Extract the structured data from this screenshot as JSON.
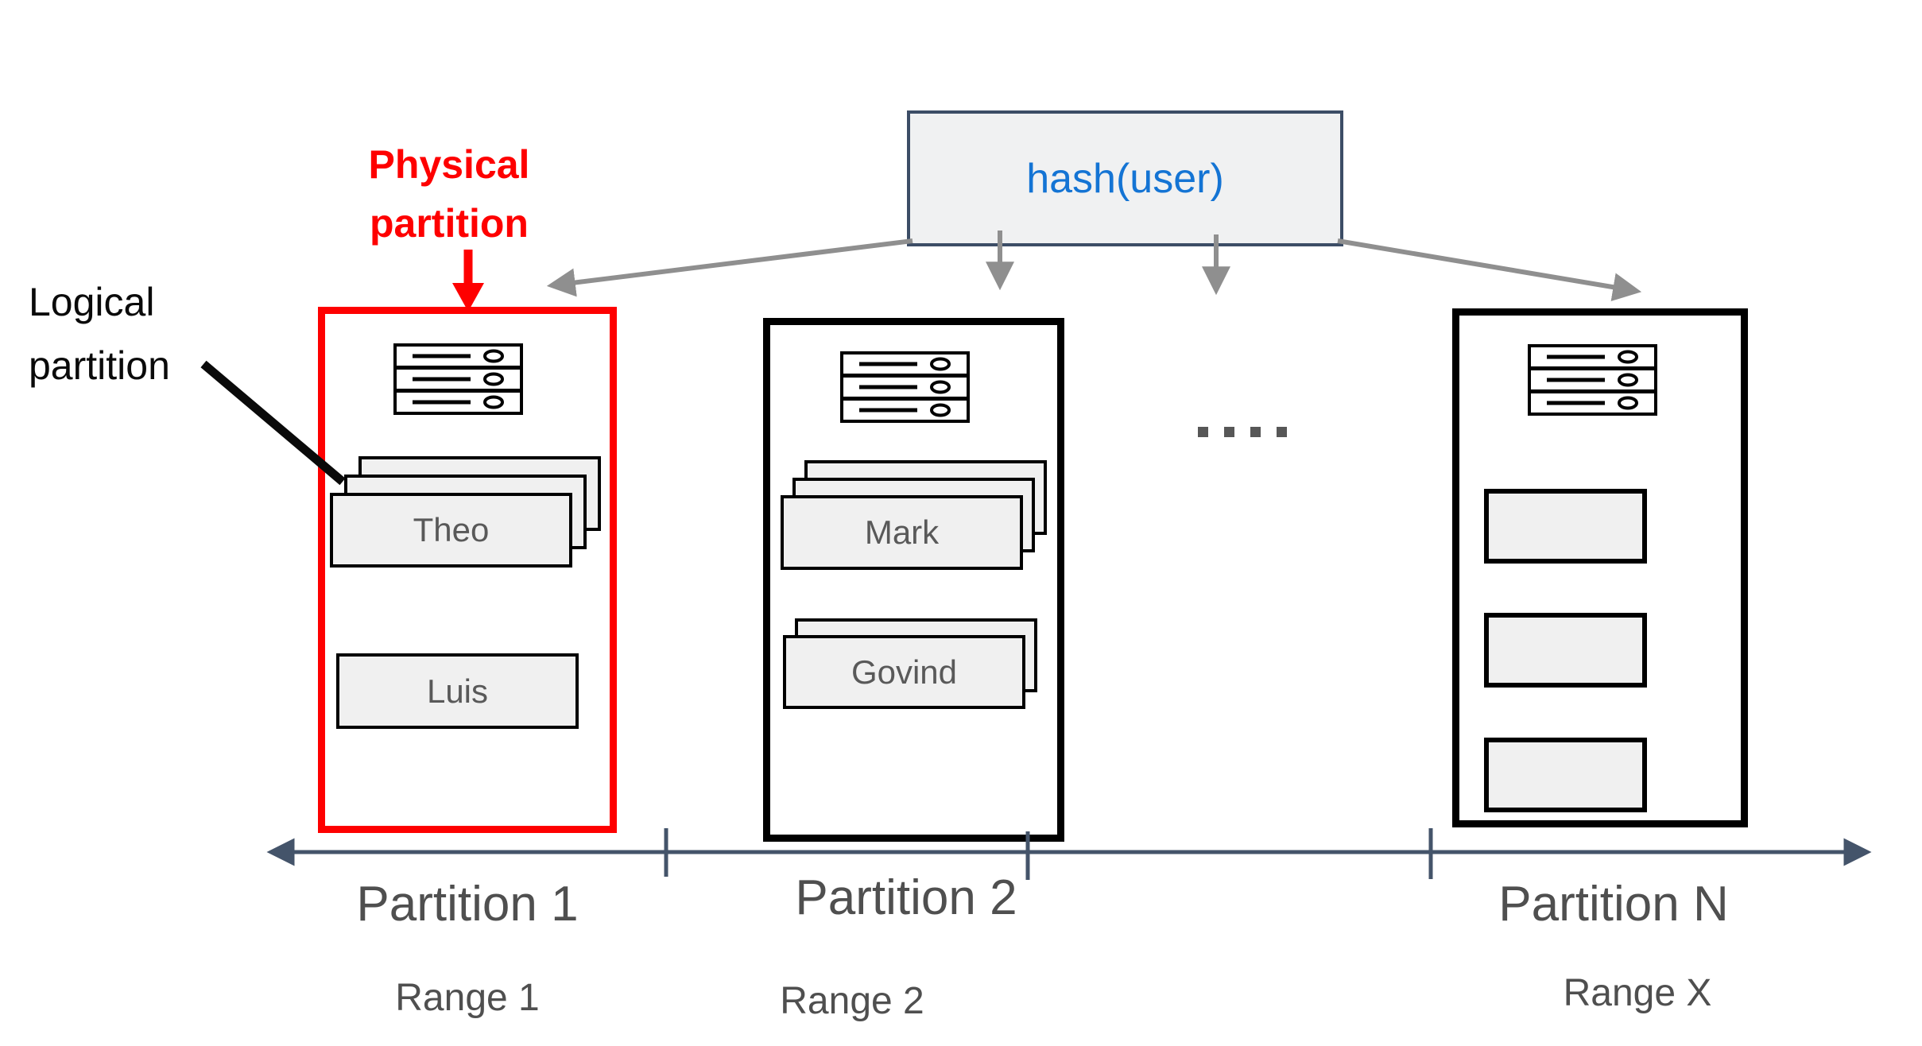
{
  "hash_box": {
    "label": "hash(user)"
  },
  "annotations": {
    "physical": "Physical\npartition",
    "logical": "Logical\npartition"
  },
  "partitions": [
    {
      "name": "Partition 1",
      "range": "Range 1",
      "cards": [
        {
          "label": "Theo",
          "layers": 3
        },
        {
          "label": "Luis",
          "layers": 1
        }
      ]
    },
    {
      "name": "Partition 2",
      "range": "Range 2",
      "cards": [
        {
          "label": "Mark",
          "layers": 3
        },
        {
          "label": "Govind",
          "layers": 2
        }
      ]
    },
    {
      "name": "Partition N",
      "range": "Range X",
      "cards": [
        {
          "label": "",
          "layers": 1
        },
        {
          "label": "",
          "layers": 1
        },
        {
          "label": "",
          "layers": 1
        }
      ]
    }
  ],
  "ellipsis_dots": 4,
  "icons": {
    "server": "server-rack-icon",
    "dots": "ellipsis-dots"
  },
  "colors": {
    "physical_partition_accent": "#fe0000",
    "logical_partition_accent": "#0a0a0a",
    "hash_text": "#1474d4",
    "hash_box_border": "#3c4d66",
    "hash_box_fill": "#f0f1f2",
    "axis": "#44546a",
    "arrow_gray": "#8f8f8f",
    "label_gray": "#4f4f4f",
    "card_fill": "#f0f0f0"
  }
}
